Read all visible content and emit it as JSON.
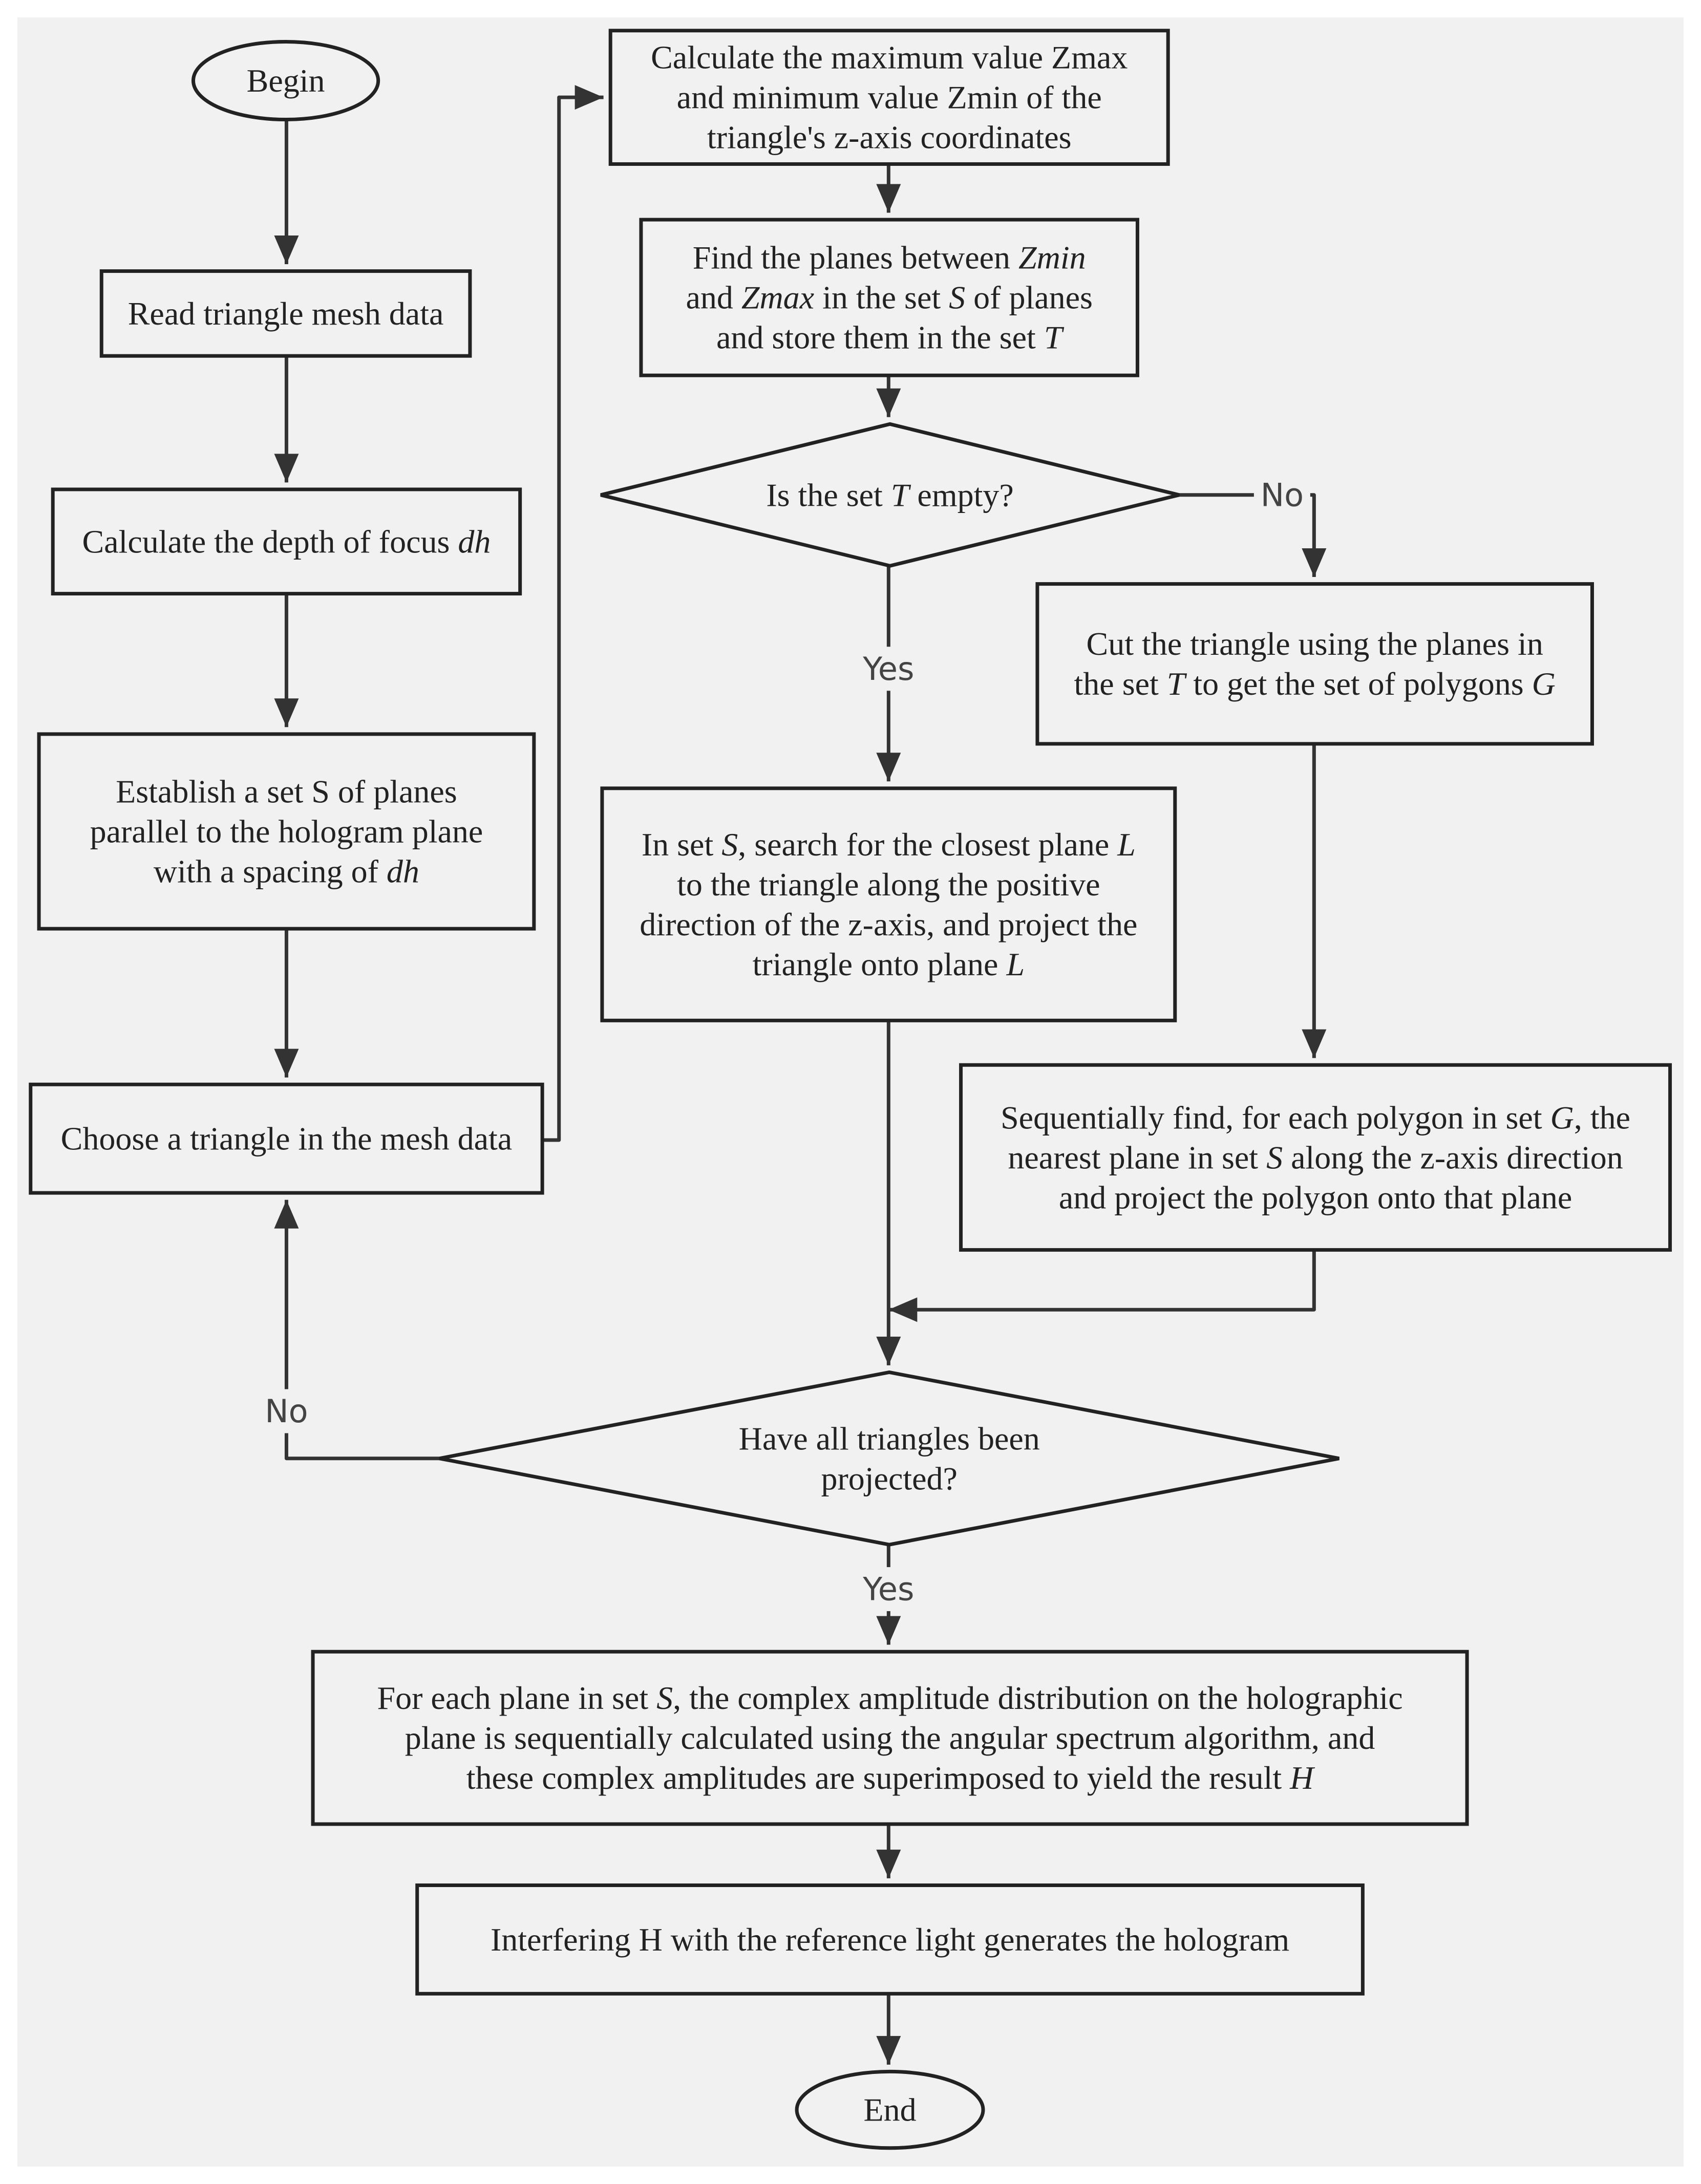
{
  "nodes": {
    "begin": {
      "shape": "ellipse",
      "lines": [
        [
          {
            "t": "Begin"
          }
        ]
      ]
    },
    "read_mesh": {
      "shape": "rect",
      "lines": [
        [
          {
            "t": "Read triangle mesh data"
          }
        ]
      ]
    },
    "calc_depth": {
      "shape": "rect",
      "lines": [
        [
          {
            "t": "Calculate the depth of focus "
          },
          {
            "t": "dh",
            "i": true
          }
        ]
      ]
    },
    "establish_set": {
      "shape": "rect",
      "lines": [
        [
          {
            "t": "Establish a set S of planes"
          }
        ],
        [
          {
            "t": "parallel to the hologram plane"
          }
        ],
        [
          {
            "t": "with a spacing of "
          },
          {
            "t": "dh",
            "i": true
          }
        ]
      ]
    },
    "choose_triangle": {
      "shape": "rect",
      "lines": [
        [
          {
            "t": "Choose a triangle in the mesh data"
          }
        ]
      ]
    },
    "calc_zmax": {
      "shape": "rect",
      "lines": [
        [
          {
            "t": "Calculate the maximum value Zmax"
          }
        ],
        [
          {
            "t": "and minimum value Zmin of the"
          }
        ],
        [
          {
            "t": "triangle's z-axis coordinates"
          }
        ]
      ]
    },
    "find_planes": {
      "shape": "rect",
      "lines": [
        [
          {
            "t": "Find the planes between "
          },
          {
            "t": "Zmin",
            "i": true
          }
        ],
        [
          {
            "t": "and "
          },
          {
            "t": "Zmax",
            "i": true
          },
          {
            "t": " in the set "
          },
          {
            "t": "S",
            "i": true
          },
          {
            "t": " of planes"
          }
        ],
        [
          {
            "t": "and store them in the set "
          },
          {
            "t": "T",
            "i": true
          }
        ]
      ]
    },
    "is_t_empty": {
      "shape": "diamond",
      "lines": [
        [
          {
            "t": "Is the set "
          },
          {
            "t": "T",
            "i": true
          },
          {
            "t": " empty?"
          }
        ]
      ]
    },
    "cut_triangle": {
      "shape": "rect",
      "lines": [
        [
          {
            "t": "Cut the triangle using the planes in"
          }
        ],
        [
          {
            "t": "the set "
          },
          {
            "t": "T",
            "i": true
          },
          {
            "t": " to get the set of polygons "
          },
          {
            "t": "G",
            "i": true
          }
        ]
      ]
    },
    "search_closest": {
      "shape": "rect",
      "lines": [
        [
          {
            "t": "In set "
          },
          {
            "t": "S",
            "i": true
          },
          {
            "t": ", search for the closest plane "
          },
          {
            "t": "L",
            "i": true
          }
        ],
        [
          {
            "t": "to the triangle along the positive"
          }
        ],
        [
          {
            "t": "direction of the z-axis, and project the"
          }
        ],
        [
          {
            "t": "triangle onto plane "
          },
          {
            "t": "L",
            "i": true
          }
        ]
      ]
    },
    "sequential_find": {
      "shape": "rect",
      "lines": [
        [
          {
            "t": "Sequentially find, for each polygon in set "
          },
          {
            "t": "G",
            "i": true
          },
          {
            "t": ", the"
          }
        ],
        [
          {
            "t": "nearest plane in set "
          },
          {
            "t": "S",
            "i": true
          },
          {
            "t": " along the z-axis direction"
          }
        ],
        [
          {
            "t": "and project the polygon onto that plane"
          }
        ]
      ]
    },
    "all_projected": {
      "shape": "diamond",
      "lines": [
        [
          {
            "t": "Have all triangles been"
          }
        ],
        [
          {
            "t": "projected?"
          }
        ]
      ]
    },
    "complex_amplitude": {
      "shape": "rect",
      "lines": [
        [
          {
            "t": "For each plane in set "
          },
          {
            "t": "S",
            "i": true
          },
          {
            "t": ", the complex amplitude distribution on the holographic"
          }
        ],
        [
          {
            "t": "plane is sequentially calculated using the angular spectrum algorithm, and"
          }
        ],
        [
          {
            "t": "these complex amplitudes are superimposed to yield the result "
          },
          {
            "t": "H",
            "i": true
          }
        ]
      ]
    },
    "interfering": {
      "shape": "rect",
      "lines": [
        [
          {
            "t": "Interfering H with the reference light generates the hologram"
          }
        ]
      ]
    },
    "end": {
      "shape": "ellipse",
      "lines": [
        [
          {
            "t": "End"
          }
        ]
      ]
    }
  },
  "edges": [
    {
      "from": "begin",
      "to": "read_mesh",
      "label": ""
    },
    {
      "from": "read_mesh",
      "to": "calc_depth",
      "label": ""
    },
    {
      "from": "calc_depth",
      "to": "establish_set",
      "label": ""
    },
    {
      "from": "establish_set",
      "to": "choose_triangle",
      "label": ""
    },
    {
      "from": "choose_triangle",
      "to": "calc_zmax",
      "label": ""
    },
    {
      "from": "calc_zmax",
      "to": "find_planes",
      "label": ""
    },
    {
      "from": "find_planes",
      "to": "is_t_empty",
      "label": ""
    },
    {
      "from": "is_t_empty",
      "to": "search_closest",
      "label": "Yes"
    },
    {
      "from": "is_t_empty",
      "to": "cut_triangle",
      "label": "No"
    },
    {
      "from": "cut_triangle",
      "to": "sequential_find",
      "label": ""
    },
    {
      "from": "search_closest",
      "to": "all_projected",
      "label": ""
    },
    {
      "from": "sequential_find",
      "to": "all_projected",
      "label": ""
    },
    {
      "from": "all_projected",
      "to": "choose_triangle",
      "label": "No"
    },
    {
      "from": "all_projected",
      "to": "complex_amplitude",
      "label": "Yes"
    },
    {
      "from": "complex_amplitude",
      "to": "interfering",
      "label": ""
    },
    {
      "from": "interfering",
      "to": "end",
      "label": ""
    }
  ]
}
